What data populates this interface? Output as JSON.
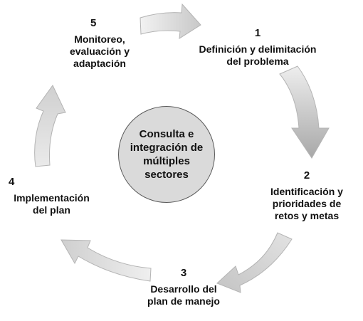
{
  "center": {
    "lines": [
      "Consulta e",
      "integración de",
      "múltiples",
      "sectores"
    ]
  },
  "steps": [
    {
      "number": "1",
      "lines": [
        "Definición y delimitación",
        "del problema"
      ]
    },
    {
      "number": "2",
      "lines": [
        "Identificación y",
        "prioridades de",
        "retos y metas"
      ]
    },
    {
      "number": "3",
      "lines": [
        "Desarrollo del",
        "plan de manejo"
      ]
    },
    {
      "number": "4",
      "lines": [
        "Implementación",
        "del plan"
      ]
    },
    {
      "number": "5",
      "lines": [
        "Monitoreo,",
        "evaluación y",
        "adaptación"
      ]
    }
  ],
  "colors": {
    "arrow_fill_light": "#eeeeee",
    "arrow_fill_dark": "#a8a8a8",
    "arrow_stroke": "#b4b4b4",
    "circle_fill": "#dadada",
    "circle_stroke": "#5a5a5a"
  }
}
